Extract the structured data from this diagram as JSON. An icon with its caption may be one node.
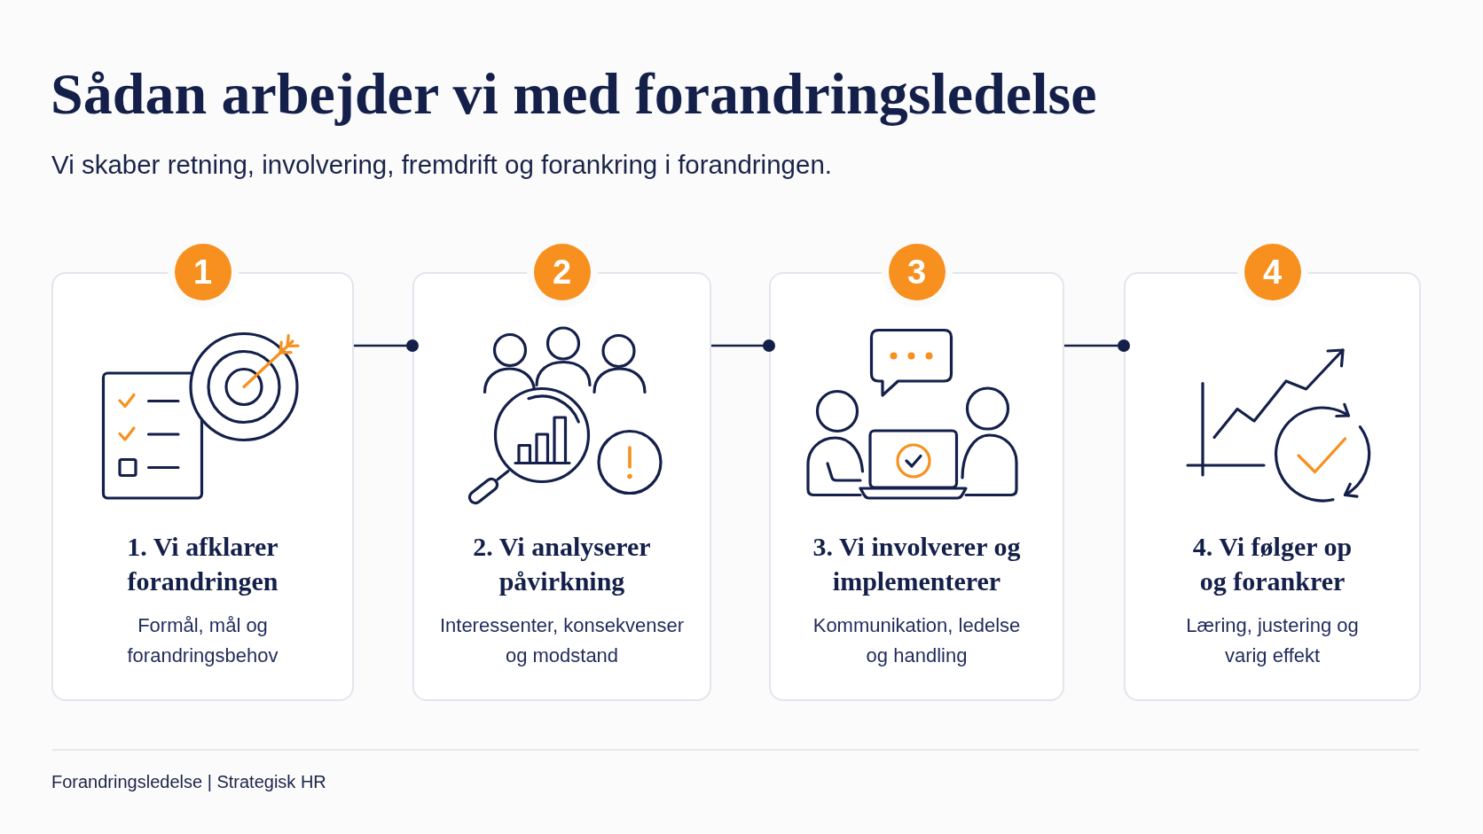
{
  "diagram": {
    "title": "Sådan arbejder vi med forandringsledelse",
    "nodes": [
      {
        "text": [
          "1"
        ]
      },
      {
        "text": [
          "1. Vi afklarer forandringen",
          "Formål, mål og forandringsbehov"
        ]
      },
      {
        "text": [
          "2"
        ]
      },
      {
        "text": [
          "2. Vi analyserer påvirkning",
          "Interessenter, konsekvenser og modstand"
        ]
      },
      {
        "text": [
          "3"
        ]
      },
      {
        "text": [
          "3. Vi involverer og implementerer",
          "Kommunikation, ledelse og handling"
        ]
      },
      {
        "text": [
          "4"
        ]
      },
      {
        "text": [
          "4. Vi følger op og forankrer",
          "Læring, justering og varig effekt"
        ]
      }
    ],
    "edges": [
      {
        "from": 1,
        "to": 3,
        "arrow": "other"
      },
      {
        "from": 3,
        "to": 5,
        "arrow": "other"
      },
      {
        "from": 5,
        "to": 7,
        "arrow": "other"
      }
    ],
    "labels": [
      "Vi skaber retning, involvering, fremdrift og forankring i forandringen.",
      "Forandringsledelse | Strategisk HR"
    ]
  }
}
